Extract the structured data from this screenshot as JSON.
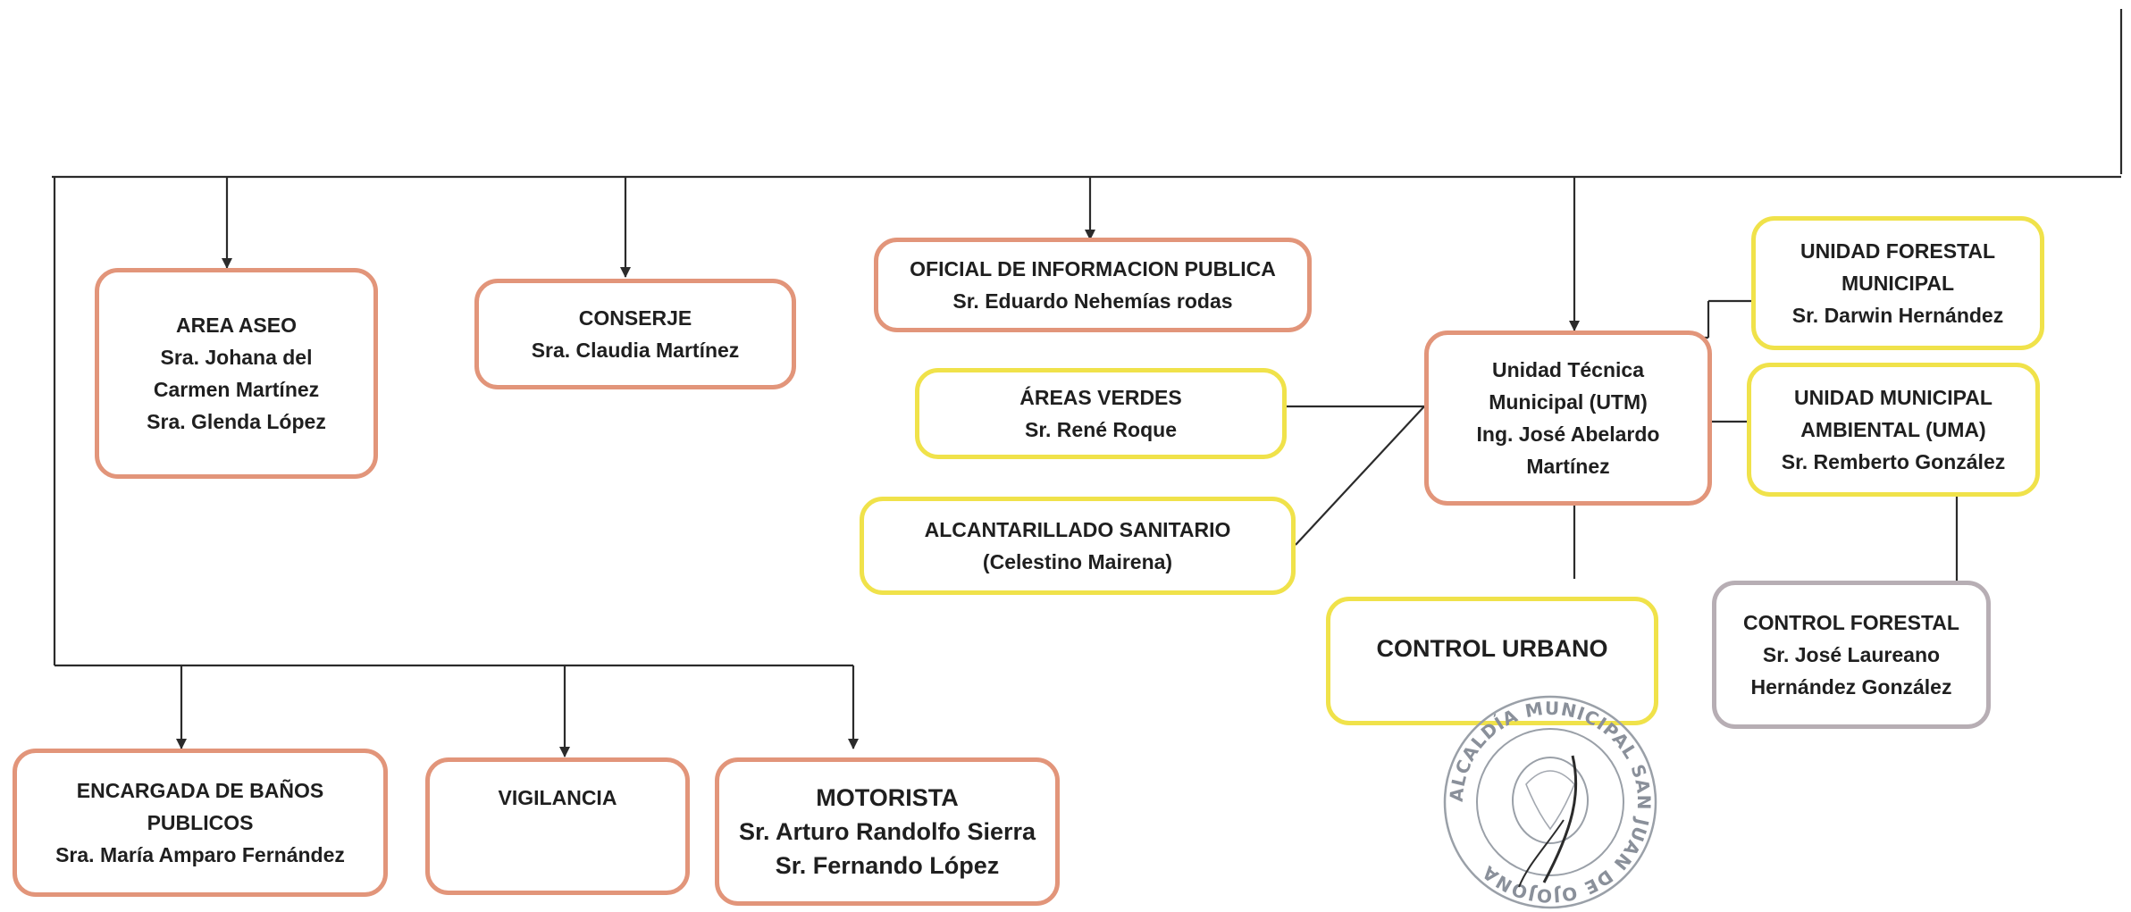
{
  "boxes": {
    "area_aseo": [
      "AREA ASEO",
      "Sra. Johana del",
      "Carmen Martínez",
      "Sra. Glenda López"
    ],
    "conserje": [
      "CONSERJE",
      "Sra. Claudia Martínez"
    ],
    "oficial_info": [
      "OFICIAL DE INFORMACION PUBLICA",
      "Sr. Eduardo Nehemías rodas"
    ],
    "areas_verdes": [
      "ÁREAS VERDES",
      "Sr. René Roque"
    ],
    "alcantarillado": [
      "ALCANTARILLADO SANITARIO",
      "(Celestino Mairena)"
    ],
    "utm": [
      "Unidad Técnica",
      "Municipal (UTM)",
      "Ing. José Abelardo",
      "Martínez"
    ],
    "forestal": [
      "UNIDAD FORESTAL",
      "MUNICIPAL",
      "Sr. Darwin Hernández"
    ],
    "uma": [
      "UNIDAD MUNICIPAL",
      "AMBIENTAL (UMA)",
      "Sr. Remberto González"
    ],
    "control_urbano": [
      "CONTROL URBANO"
    ],
    "control_forestal": [
      "CONTROL FORESTAL",
      "Sr. José Laureano",
      "Hernández González"
    ],
    "banos": [
      "ENCARGADA DE BAÑOS",
      "PUBLICOS",
      "Sra. María Amparo Fernández"
    ],
    "vigilancia": [
      "VIGILANCIA"
    ],
    "motorista": [
      "MOTORISTA",
      "Sr. Arturo Randolfo Sierra",
      "Sr. Fernando López"
    ]
  },
  "seal": {
    "text": "ALCALDÍA MUNICIPAL SAN JUAN DE OJOJONA"
  },
  "colors": {
    "orange_border": "#e2957a",
    "yellow_border": "#f0e24a",
    "grey_border": "#b7aeb4",
    "line": "#2b2b2b"
  }
}
